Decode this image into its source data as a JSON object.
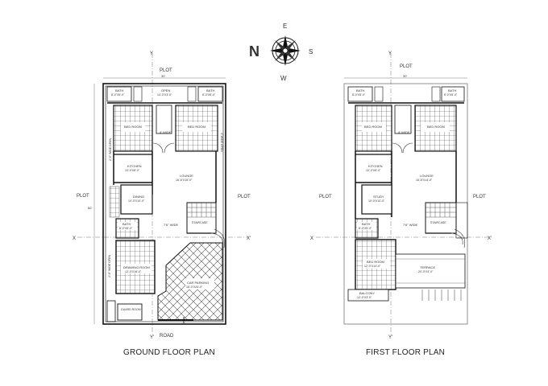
{
  "compass": {
    "north": "N",
    "east": "E",
    "south": "S",
    "west": "W"
  },
  "ground": {
    "title": "GROUND FLOOR PLAN",
    "plot_top": "PLOT",
    "plot_left": "PLOT",
    "plot_right": "PLOT",
    "road": "ROAD",
    "axis_y": "Y",
    "axis_y2": "Y'",
    "axis_x": "X",
    "axis_x2": "X'",
    "dim_top": "30'",
    "rooms": [
      {
        "name": "BATH",
        "dim": "8'-0\"X5'-0\""
      },
      {
        "name": "OPEN",
        "dim": "14'-0\"X3'-0\""
      },
      {
        "name": "BATH",
        "dim": "8'-0\"X5'-0\""
      },
      {
        "name": "KITCHEN",
        "dim": "10'-0\"X8'-0\""
      },
      {
        "name": "LOUNGE",
        "dim": "16'-6\"X15'-0\""
      },
      {
        "name": "DINING",
        "dim": "10'-0\"X10'-0\""
      },
      {
        "name": "BATH",
        "dim": "8'-0\"X5'-0\""
      },
      {
        "name": "DRAWING ROOM",
        "dim": "12'-0\"X16'-0\""
      },
      {
        "name": "CAR PARKING",
        "dim": "16'-0\"X24'-0\""
      }
    ],
    "labels": {
      "bed_left": "BED ROOM",
      "bed_right": "BED ROOM",
      "wide_4": "4' WIDE",
      "open_side": "2'-6\" WIDE OPEN",
      "open_side2": "2'-6\" WIDE OPEN",
      "open_right": "4'-WIDE OPEN",
      "wide_7": "7'6\" WIDE",
      "staircase": "STAIRCASE",
      "guard": "GUARD ROOM",
      "dim_side": "60'"
    }
  },
  "first": {
    "title": "FIRST FLOOR PLAN",
    "plot_top": "PLOT",
    "plot_left": "PLOT",
    "plot_right": "PLOT",
    "axis_y": "Y",
    "axis_y2": "Y'",
    "axis_x": "X",
    "axis_x2": "X'",
    "dim_top": "30'",
    "rooms": [
      {
        "name": "BATH",
        "dim": "8'-0\"X5'-0\""
      },
      {
        "name": "BATH",
        "dim": "8'-0\"X5'-0\""
      },
      {
        "name": "KITCHEN",
        "dim": "10'-0\"X8'-0\""
      },
      {
        "name": "LOUNGE",
        "dim": "16'-6\"X14'-0\""
      },
      {
        "name": "STUDY",
        "dim": "10'-0\"X10'-0\""
      },
      {
        "name": "BATH",
        "dim": "8'-0\"X5'-0\""
      },
      {
        "name": "BED ROOM",
        "dim": "12'-0\"X14'-0\""
      },
      {
        "name": "TERRACE",
        "dim": "20'-0\"X3'-0\""
      },
      {
        "name": "BALCONY",
        "dim": "12'-0\"X3'-0\""
      }
    ],
    "labels": {
      "bed_left": "BED ROOM",
      "bed_right": "BED ROOM",
      "wide_4": "4' WIDE",
      "wide_7": "7'6\" WIDE",
      "staircase": "STAIRCASE"
    }
  }
}
